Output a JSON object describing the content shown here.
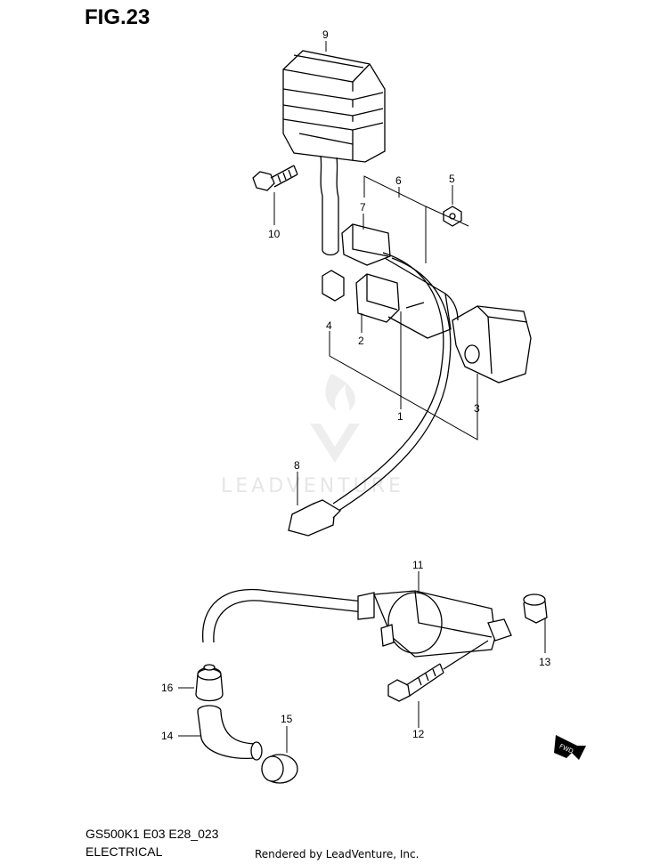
{
  "figure": {
    "title": "FIG.23",
    "model_code": "GS500K1 E03 E28_023",
    "section": "ELECTRICAL",
    "credit": "Rendered by LeadVenture, Inc.",
    "watermark": "LEADVENTURE"
  },
  "callouts": [
    {
      "id": "c9",
      "label": "9"
    },
    {
      "id": "c10",
      "label": "10"
    },
    {
      "id": "c6",
      "label": "6"
    },
    {
      "id": "c5",
      "label": "5"
    },
    {
      "id": "c7",
      "label": "7"
    },
    {
      "id": "c4",
      "label": "4"
    },
    {
      "id": "c2",
      "label": "2"
    },
    {
      "id": "c1",
      "label": "1"
    },
    {
      "id": "c3",
      "label": "3"
    },
    {
      "id": "c8",
      "label": "8"
    },
    {
      "id": "c11",
      "label": "11"
    },
    {
      "id": "c13",
      "label": "13"
    },
    {
      "id": "c16",
      "label": "16"
    },
    {
      "id": "c14",
      "label": "14"
    },
    {
      "id": "c15",
      "label": "15"
    },
    {
      "id": "c12",
      "label": "12"
    }
  ],
  "fwd_badge": "FWD",
  "colors": {
    "line": "#000000",
    "watermark": "#e6e6e6"
  }
}
